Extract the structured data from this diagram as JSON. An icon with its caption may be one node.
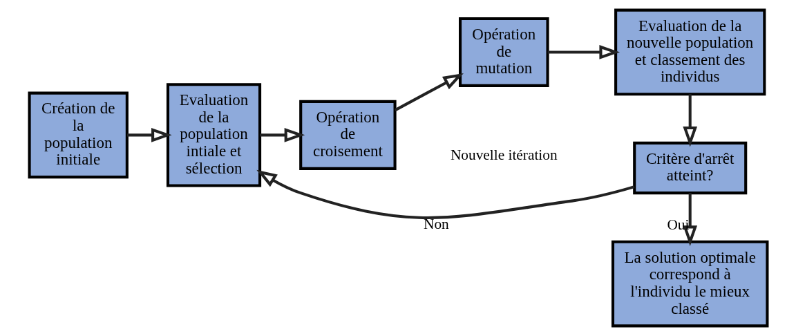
{
  "diagram": {
    "nodes": [
      {
        "text": [
          "Création de la population initiale"
        ]
      },
      {
        "text": [
          "Evaluation de la population intiale et sélection"
        ]
      },
      {
        "text": [
          "Opération de croisement"
        ]
      },
      {
        "text": [
          "Opération de mutation"
        ]
      },
      {
        "text": [
          "Evaluation de la nouvelle population et classement des individus"
        ]
      },
      {
        "text": [
          "Critère d'arrêt atteint?"
        ]
      },
      {
        "text": [
          "La solution optimale correspond à l'individu le mieux classé"
        ]
      }
    ],
    "edges": [
      {
        "from": 0,
        "to": 1,
        "arrow": "to"
      },
      {
        "from": 1,
        "to": 2,
        "arrow": "to"
      },
      {
        "from": 2,
        "to": 3,
        "arrow": "to"
      },
      {
        "from": 3,
        "to": 4,
        "arrow": "to"
      },
      {
        "from": 4,
        "to": 5,
        "arrow": "to"
      },
      {
        "from": 5,
        "to": 1,
        "arrow": "to",
        "label": "Non"
      },
      {
        "from": 5,
        "to": 6,
        "arrow": "to",
        "label": "Oui"
      }
    ],
    "labels": [
      "Nouvelle itération"
    ]
  }
}
